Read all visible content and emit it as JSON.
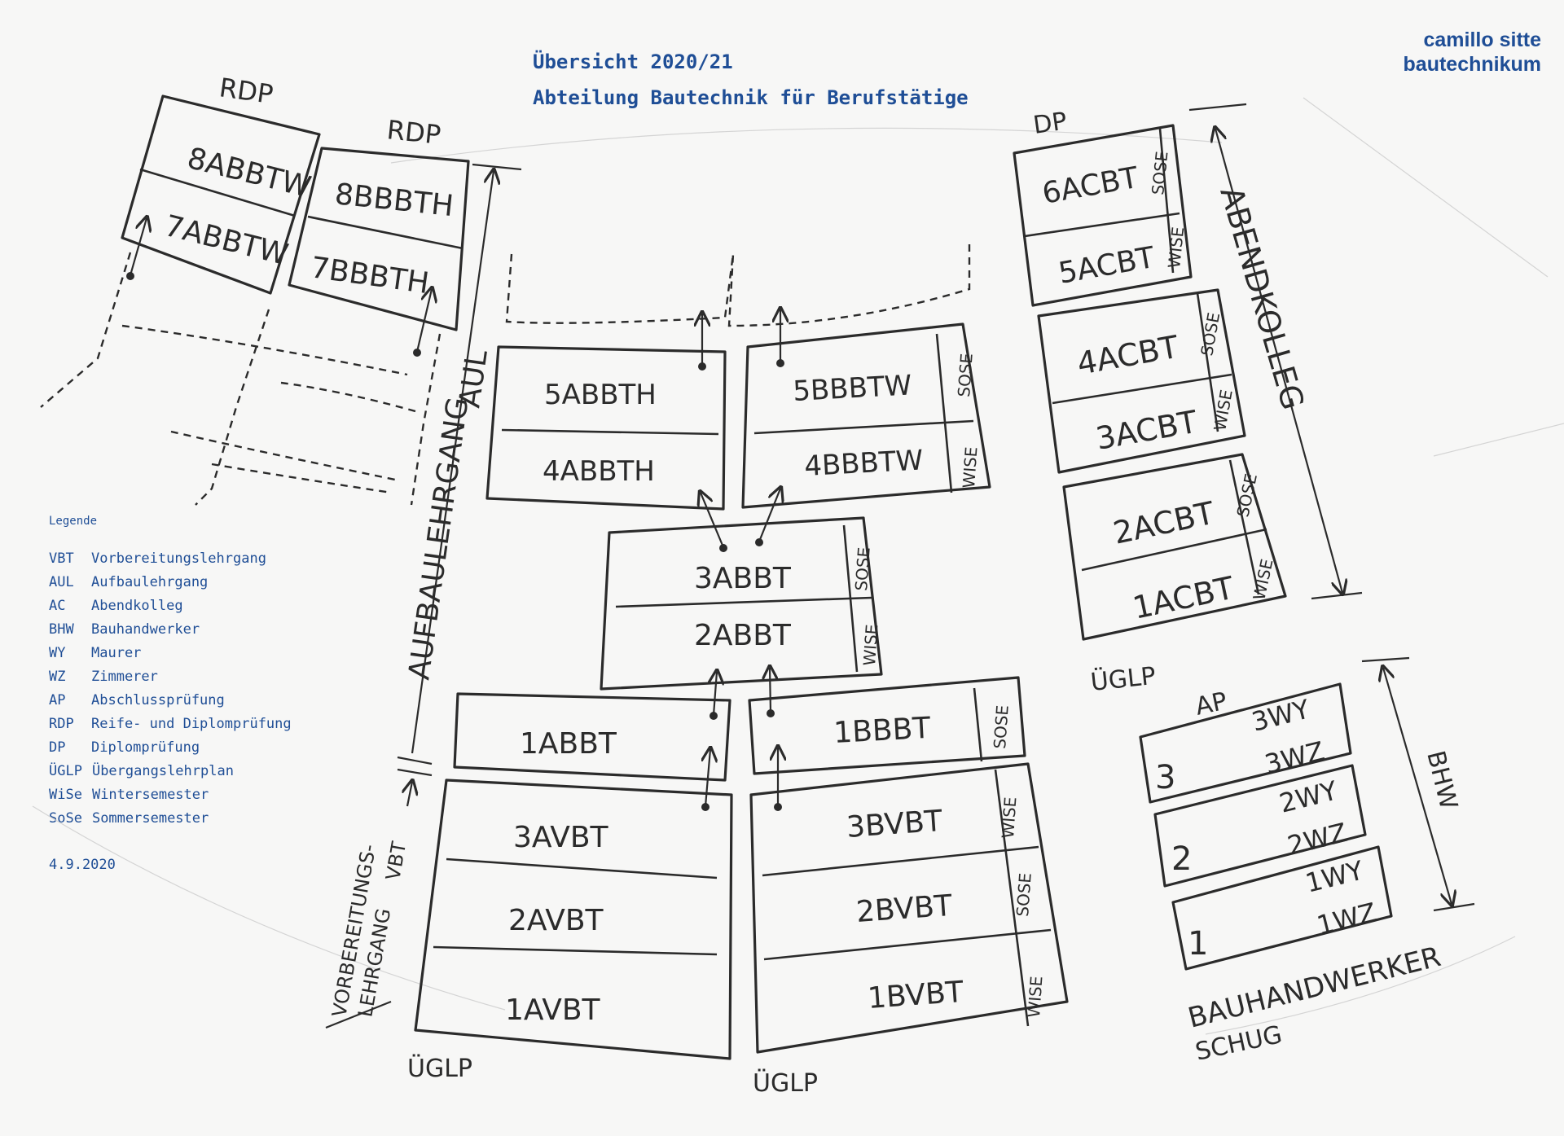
{
  "header": {
    "line1": "Übersicht 2020/21",
    "line2": "Abteilung Bautechnik für Berufstätige"
  },
  "logo": {
    "line1": "camillo sitte",
    "line2": "bautechnikum"
  },
  "legend": {
    "title": "Legende",
    "items": [
      {
        "abbr": "VBT",
        "text": "Vorbereitungslehrgang"
      },
      {
        "abbr": "AUL",
        "text": "Aufbaulehrgang"
      },
      {
        "abbr": "AC",
        "text": "Abendkolleg"
      },
      {
        "abbr": "BHW",
        "text": "Bauhandwerker"
      },
      {
        "abbr": "WY",
        "text": "Maurer"
      },
      {
        "abbr": "WZ",
        "text": "Zimmerer"
      },
      {
        "abbr": "AP",
        "text": "Abschlussprüfung"
      },
      {
        "abbr": "RDP",
        "text": "Reife- und Diplomprüfung"
      },
      {
        "abbr": "DP",
        "text": "Diplomprüfung"
      },
      {
        "abbr": "ÜGLP",
        "text": "Übergangslehrplan"
      },
      {
        "abbr": "WiSe",
        "text": "Wintersemester"
      },
      {
        "abbr": "SoSe",
        "text": "Sommersemester"
      }
    ],
    "date": "4.9.2020"
  },
  "diagram": {
    "rdp_left": "RDP",
    "rdp_right": "RDP",
    "cls_8abbtw": "8ABBTW",
    "cls_7abbtw": "7ABBTW",
    "cls_8bbbth": "8BBBTH",
    "cls_7bbbth": "7BBBTH",
    "cls_5abbth": "5ABBTH",
    "cls_4abbth": "4ABBTH",
    "cls_5bbbtw": "5BBBTW",
    "cls_4bbbtw": "4BBBTW",
    "cls_3abbt": "3ABBT",
    "cls_2abbt": "2ABBT",
    "cls_1abbt": "1ABBT",
    "cls_1bbbt": "1BBBT",
    "cls_3avbt": "3AVBT",
    "cls_2avbt": "2AVBT",
    "cls_1avbt": "1AVBT",
    "cls_3bvbt": "3BVBT",
    "cls_2bvbt": "2BVBT",
    "cls_1bvbt": "1BVBT",
    "dp": "DP",
    "cls_6acbt": "6ACBT",
    "cls_5acbt": "5ACBT",
    "cls_4acbt": "4ACBT",
    "cls_3acbt": "3ACBT",
    "cls_2acbt": "2ACBT",
    "cls_1acbt": "1ACBT",
    "abendkolleg": "ABENDKOLLEG",
    "ap": "AP",
    "wy3": "3WY",
    "wz3": "3WZ",
    "wy2": "2WY",
    "wz2": "2WZ",
    "wy1": "1WY",
    "wz1": "1WZ",
    "n3": "3",
    "n2": "2",
    "n1": "1",
    "bhw": "BHW",
    "bauhandwerker": "BAUHANDWERKER",
    "schug": "SCHUG",
    "aufbaulehrgang": "AUFBAULEHRGANG",
    "aul": "AUL",
    "vbt_line1": "VORBEREITUNGS-",
    "vbt_line2": "LEHRGANG",
    "vbt_abbr": "VBT",
    "uglp": "ÜGLP",
    "sose": "SOSE",
    "wise": "WISE"
  }
}
